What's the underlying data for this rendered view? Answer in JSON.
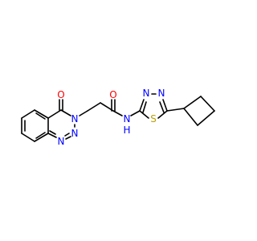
{
  "labels": {
    "oxygen_benzotriazinone": "O",
    "oxygen_amide": "O",
    "nitrogen_n3": "N",
    "nitrogen_n2": "N",
    "nitrogen_n1": "N",
    "nitrogen_amide": "N",
    "hydrogen_amide": "H",
    "nitrogen_thiadiazole_a": "N",
    "nitrogen_thiadiazole_b": "N",
    "sulfur_thiadiazole": "S"
  },
  "colors": {
    "bond": "#000000",
    "oxygen": "#ff0000",
    "nitrogen": "#0000ff",
    "sulfur": "#b8a000",
    "background": "#ffffff"
  }
}
